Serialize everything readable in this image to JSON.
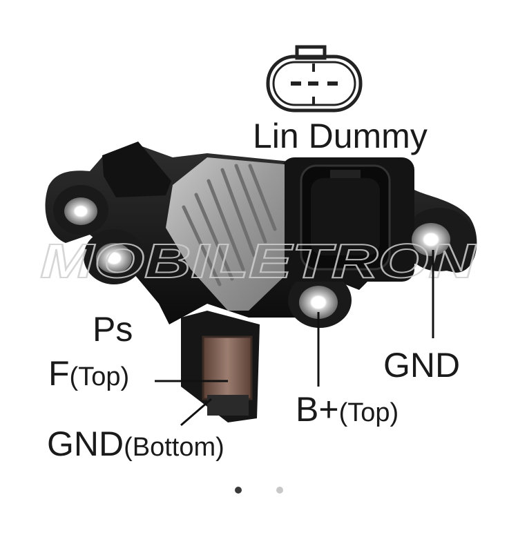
{
  "image": {
    "watermark": "MOBILETRON",
    "labels": {
      "connector_pins": "Lin Dummy",
      "ps": "Ps",
      "f_main": "F",
      "f_sub": "(Top)",
      "gnd_right": "GND",
      "bplus_main": "B+",
      "bplus_sub": "(Top)",
      "gnd_bottom_main": "GND",
      "gnd_bottom_sub": "(Bottom)"
    }
  },
  "carousel": {
    "active_index": 0,
    "count": 2
  }
}
